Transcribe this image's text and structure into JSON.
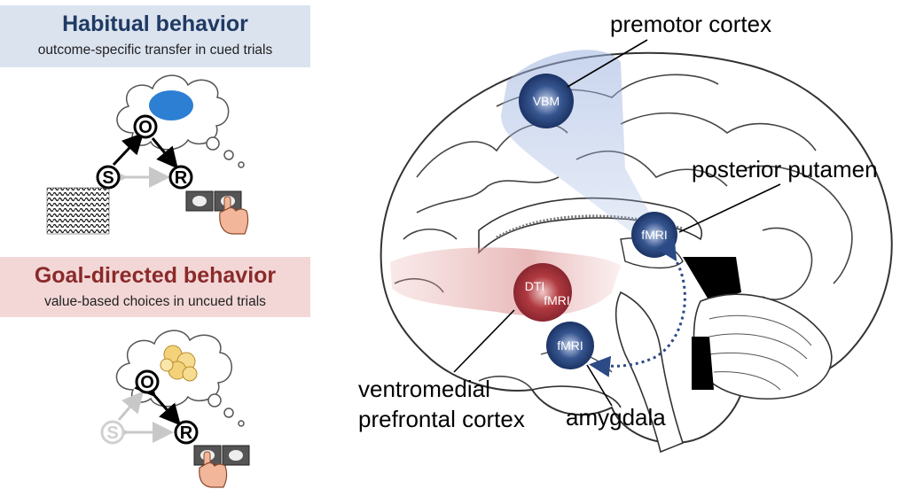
{
  "habitual": {
    "title": "Habitual behavior",
    "subtitle": "outcome-specific transfer in cued trials",
    "nodes": {
      "o": "O",
      "s": "S",
      "r": "R"
    }
  },
  "goal": {
    "title": "Goal-directed behavior",
    "subtitle": "value-based choices in uncued trials",
    "nodes": {
      "o": "O",
      "s": "S",
      "r": "R"
    }
  },
  "brain": {
    "labels": {
      "premotor": "premotor cortex",
      "putamen": "posterior putamen",
      "vmpfc_line1": "ventromedial",
      "vmpfc_line2": "prefrontal cortex",
      "amygdala": "amygdala"
    },
    "nodes": {
      "premotor": "VBM",
      "putamen": "fMRI",
      "vmpfc_dti": "DTI",
      "vmpfc_fmri": "fMRI",
      "amygdala": "fMRI"
    }
  },
  "colors": {
    "habit_blue": "#1f3a63",
    "goal_red": "#8a2a2a",
    "region_blue": "#2b4a86",
    "region_red": "#a8343a",
    "arrow_dots": "#2b4a86"
  }
}
